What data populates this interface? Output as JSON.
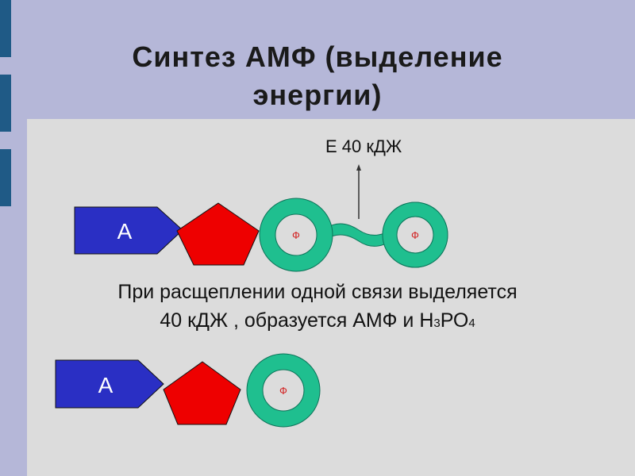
{
  "slide": {
    "title_line1": "Синтез АМФ (выделение",
    "title_line2": "энергии)"
  },
  "energy": {
    "label": "Е 40 кДЖ"
  },
  "molecule_atp": {
    "adenine_label": "А",
    "phosphate1_label": "Ф",
    "phosphate2_label": "Ф"
  },
  "note": {
    "line1": "При расщеплении одной связи выделяется",
    "line2_a": "40 кДЖ , образуется АМФ и Н",
    "line2_sub1": "3",
    "line2_b": "РО",
    "line2_sub2": "4"
  },
  "molecule_amp": {
    "adenine_label": "А",
    "phosphate_label": "Ф"
  },
  "colors": {
    "adenine": "#2a2fc4",
    "ribose": "#ee0000",
    "phosphate": "#1fbf8f",
    "phosphate_label": "#d22222"
  }
}
